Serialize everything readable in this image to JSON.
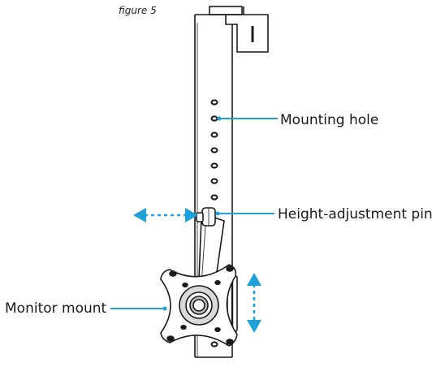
{
  "figure_label": "figure 5",
  "callouts": {
    "mounting_hole": "Mounting hole",
    "height_pin": "Height-adjustment pin",
    "monitor_mount": "Monitor mount"
  },
  "colors": {
    "line": "#1b1b1b",
    "callout": "#1ea0d8"
  }
}
